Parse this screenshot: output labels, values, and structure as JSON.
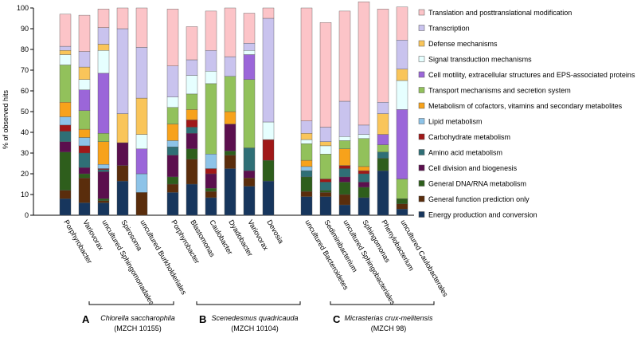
{
  "chart_data": {
    "type": "bar",
    "stacked": true,
    "ylabel": "% of observed hits",
    "ylim": [
      0,
      100
    ],
    "yticks": [
      0,
      10,
      20,
      30,
      40,
      50,
      60,
      70,
      80,
      90,
      100
    ],
    "legend_position": "right",
    "categories": [
      "Porphyrobacter",
      "Variovorax",
      "uncultured Sphingomonadales",
      "Spirosoma",
      "uncultured Burkholderiales",
      "Porphyrobacter",
      "Blastomonas",
      "Caulobacter",
      "Dyadobacter",
      "Variovorax",
      "Devosia",
      "uncultured Bacteroidetes",
      "Sediminibacterium",
      "uncultured Sphingobacteriales",
      "Sphingomonas",
      "Phenylobacterium",
      "uncultured Caulobacterales"
    ],
    "category_groups": [
      0,
      0,
      0,
      0,
      0,
      1,
      1,
      1,
      1,
      1,
      1,
      2,
      2,
      2,
      2,
      2,
      2
    ],
    "groups": [
      {
        "letter": "A",
        "name": "Chlorella saccharophila",
        "strain": "(MZCH 10155)"
      },
      {
        "letter": "B",
        "name": "Scenedesmus quadricauda",
        "strain": "(MZCH 10104)"
      },
      {
        "letter": "C",
        "name": "Micrasterias crux-melitensis",
        "strain": "(MZCH 98)"
      }
    ],
    "series": [
      {
        "name": "Energy production and conversion",
        "color": "#17365d",
        "values": [
          8,
          6,
          6,
          16.5,
          0,
          11,
          15,
          8.5,
          22.5,
          14,
          16.5,
          9,
          9,
          5,
          8.5,
          21.5,
          3
        ]
      },
      {
        "name": "General function prediction only",
        "color": "#5a2d0c",
        "values": [
          4,
          12,
          1,
          7.5,
          11,
          4,
          12,
          3,
          6.5,
          4,
          0,
          2.5,
          2,
          5,
          0,
          0,
          2.5
        ]
      },
      {
        "name": "General DNA/RNA metabolism",
        "color": "#2e5e1c",
        "values": [
          18.5,
          2,
          1,
          0,
          0,
          3.5,
          5,
          1.5,
          2,
          0,
          10,
          7,
          1,
          6,
          5,
          6,
          2.5
        ]
      },
      {
        "name": "Cell division and biogenesis",
        "color": "#5b0f4e",
        "values": [
          5,
          3,
          13,
          11,
          0,
          10.5,
          7.5,
          7,
          13,
          3.5,
          0,
          0,
          0,
          2.5,
          2.5,
          0,
          0
        ]
      },
      {
        "name": "Amino acid metabolism",
        "color": "#2f6f76",
        "values": [
          5,
          7,
          1,
          0,
          0,
          4,
          3,
          0,
          0,
          11,
          0,
          3,
          4,
          4,
          4,
          3,
          0
        ]
      },
      {
        "name": "Carbohydrate metabolism",
        "color": "#a01818",
        "values": [
          3,
          3.5,
          0.5,
          0,
          0,
          0,
          3.5,
          2.5,
          0,
          0,
          10,
          0,
          1.5,
          1.5,
          1.5,
          0,
          0
        ]
      },
      {
        "name": "Lipid metabolism",
        "color": "#8dc3e8",
        "values": [
          4,
          4,
          2,
          0,
          9,
          3,
          0,
          7,
          0,
          0,
          0,
          2,
          0,
          0,
          0,
          0,
          0
        ]
      },
      {
        "name": "Metabolism of cofactors, vitamins and secondary metabolites",
        "color": "#f7a21b",
        "values": [
          7,
          4,
          11,
          0,
          0,
          8,
          5,
          0,
          6,
          0,
          0,
          3,
          0,
          8,
          2,
          0,
          0
        ]
      },
      {
        "name": "Transport mechanisms and secretion system",
        "color": "#92c15b",
        "values": [
          18,
          9,
          4,
          0,
          0,
          8,
          7.5,
          34,
          17,
          33,
          0,
          8,
          12,
          4,
          13.5,
          3.5,
          9.5
        ]
      },
      {
        "name": "Cell motility, extracellular structures and EPS-associated proteins",
        "color": "#9b66d9",
        "values": [
          0,
          10,
          29,
          0,
          12,
          0,
          0,
          0,
          0,
          12,
          0,
          0,
          0,
          0,
          0,
          5,
          33.5
        ]
      },
      {
        "name": "Signal transduction mechanisms",
        "color": "#e6ffff",
        "values": [
          5,
          5,
          11,
          0,
          7,
          5,
          9,
          6,
          0,
          2,
          8.5,
          2,
          4,
          2,
          2,
          0,
          14
        ]
      },
      {
        "name": "Defense mechanisms",
        "color": "#f9c55a",
        "values": [
          2,
          6,
          3,
          14,
          17.5,
          0,
          0,
          0,
          0,
          0,
          0,
          3,
          2,
          0,
          0,
          10,
          5.5
        ]
      },
      {
        "name": "Transcription",
        "color": "#c9c3ee",
        "values": [
          2,
          7.5,
          8,
          41,
          24.5,
          15,
          7.5,
          10,
          9.5,
          3.5,
          50,
          6,
          7,
          17,
          4.5,
          5.5,
          14
        ]
      },
      {
        "name": "Translation and posttranslational modification",
        "color": "#fcc4c8",
        "values": [
          15.5,
          17.5,
          9,
          10,
          19,
          27.5,
          16,
          19,
          23.5,
          14.5,
          5,
          54.5,
          50.5,
          43.5,
          59.5,
          45,
          16
        ]
      }
    ]
  }
}
